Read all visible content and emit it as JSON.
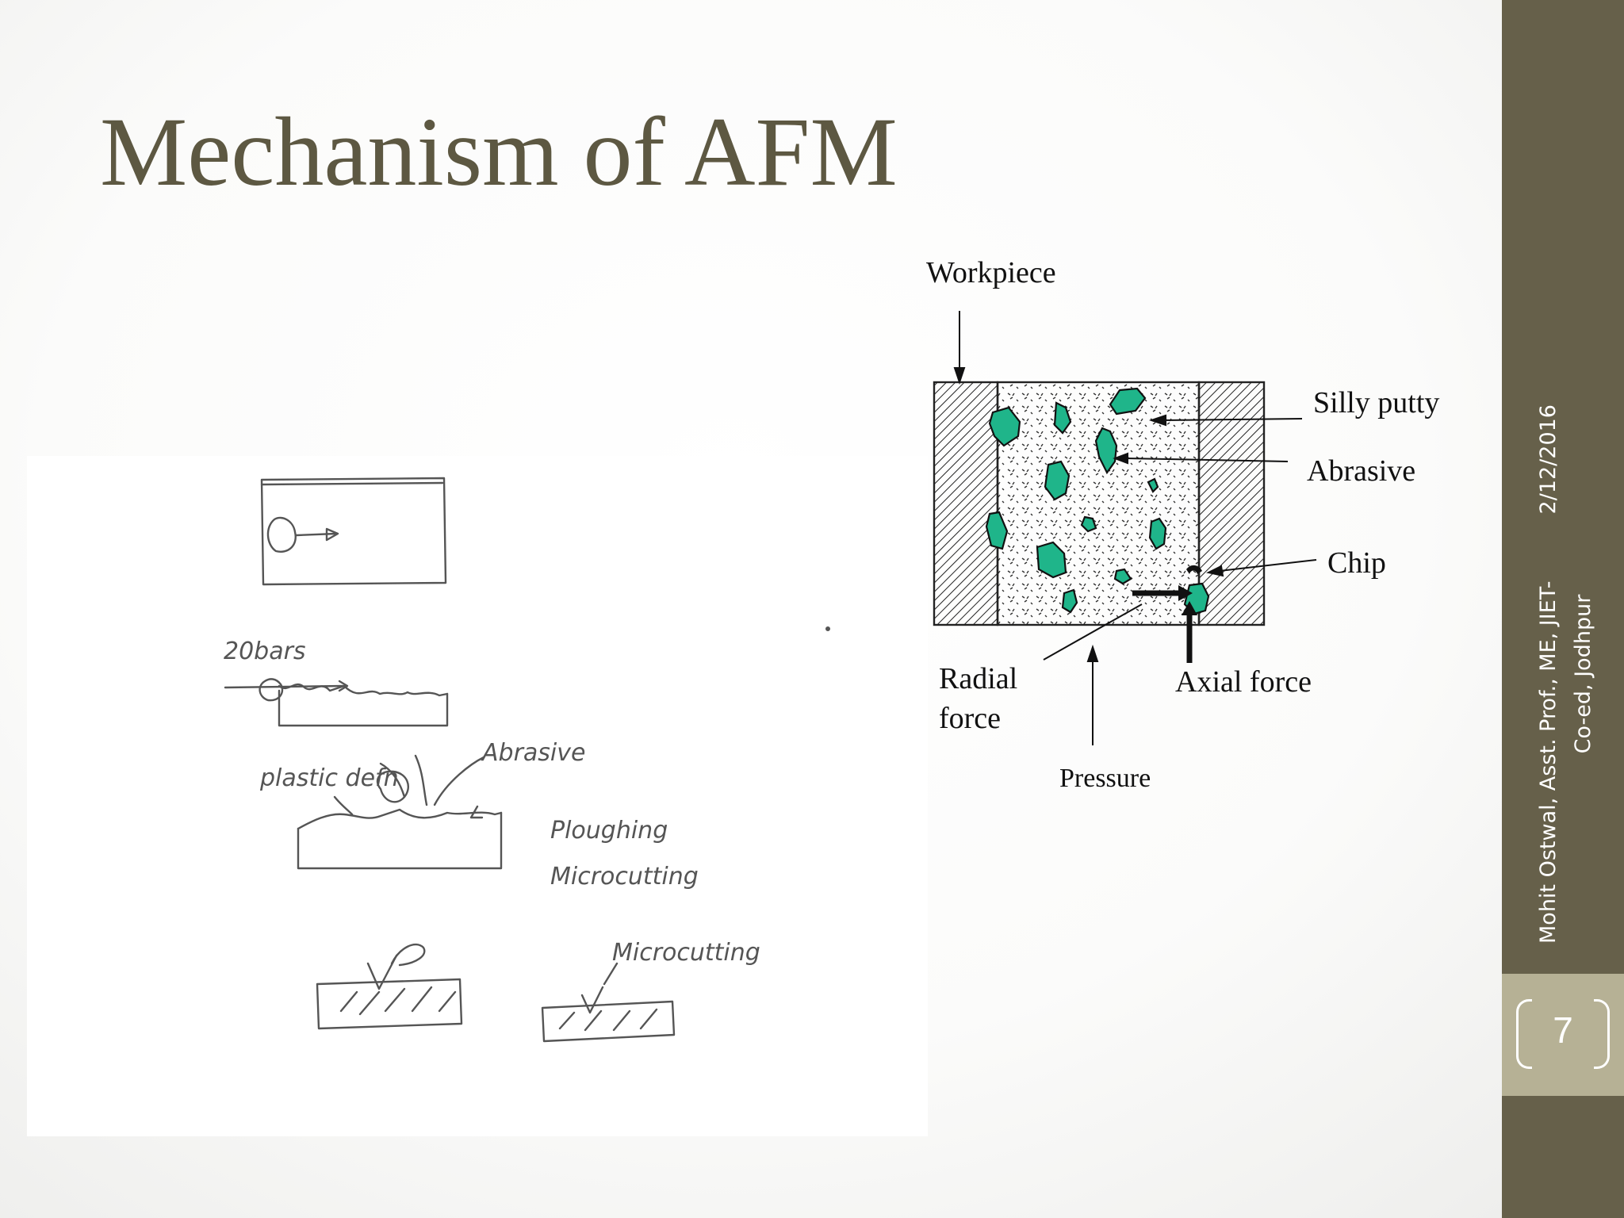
{
  "slide": {
    "title": "Mechanism of AFM",
    "number": "7",
    "footer": {
      "author_line1": "Mohit Ostwal, Asst. Prof., ME, JIET-",
      "author_line2": "Co-ed, Jodhpur",
      "date": "2/12/2016"
    }
  },
  "diagram": {
    "labels": {
      "workpiece": "Workpiece",
      "silly_putty": "Silly putty",
      "abrasive": "Abrasive",
      "chip": "Chip",
      "radial_force_1": "Radial",
      "radial_force_2": "force",
      "axial_force": "Axial force",
      "pressure": "Pressure"
    },
    "abrasive_color": "#1fb58a"
  },
  "sketch": {
    "labels": {
      "pressure": "20bars",
      "plastic_deformation": "plastic defn",
      "abrasive": "Abrasive",
      "ploughing": "Ploughing",
      "microcutting_1": "Microcutting",
      "microcutting_2": "Microcutting"
    }
  },
  "colors": {
    "title": "#5d5842",
    "sidebar": "#66604a",
    "number_panel": "#b6b195"
  }
}
